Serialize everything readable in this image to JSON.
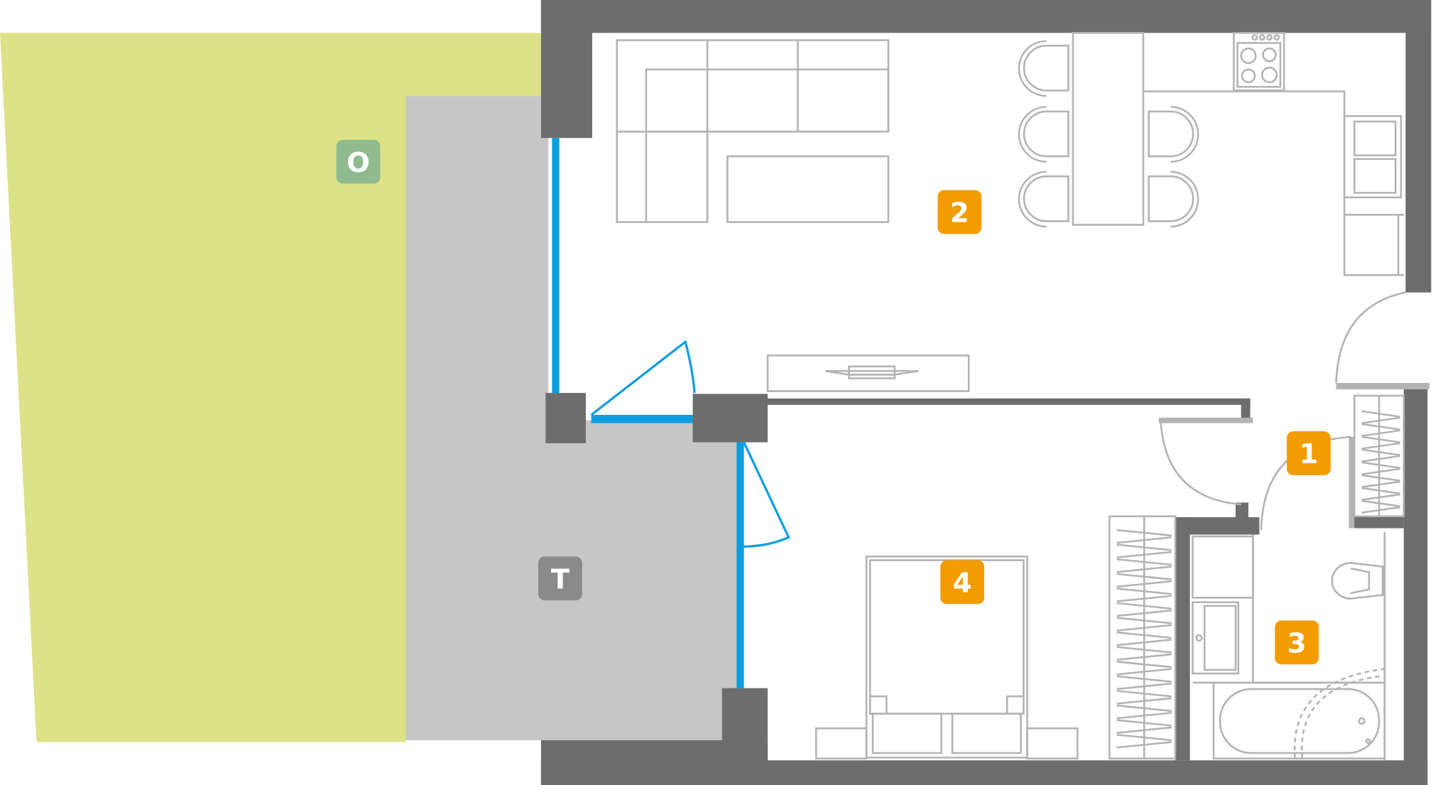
{
  "plan": {
    "labels": {
      "outdoor": "O",
      "terrace": "T",
      "room_1": "1",
      "room_2": "2",
      "room_3": "3",
      "room_4": "4"
    },
    "colors": {
      "wall": "#6d6d6d",
      "lawn": "#dce287",
      "terrace": "#c6c6c6",
      "window": "#0a9ee0",
      "room_badge": "#f39c00",
      "outdoor_badge": "#8fbb8f",
      "terrace_badge": "#8a8a8a",
      "furniture": "#b3b3b3"
    }
  }
}
